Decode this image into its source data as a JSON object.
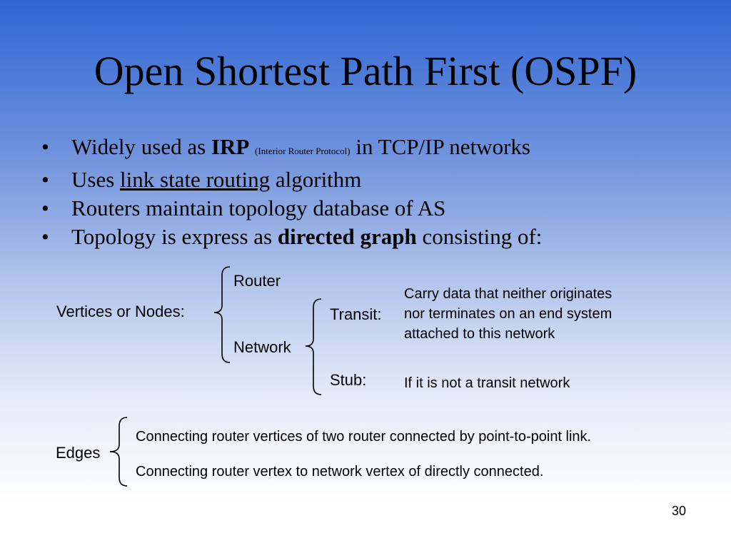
{
  "slide": {
    "title": "Open Shortest Path First (OSPF)",
    "page_number": "30"
  },
  "bullets": {
    "b1": {
      "pre": "Widely used as ",
      "bold": "IRP",
      "small": "(Interior Router Protocol)",
      "post": " in TCP/IP networks"
    },
    "b2": {
      "pre": "Uses ",
      "underlined": "link state routing",
      "post": " algorithm"
    },
    "b3": {
      "text": "Routers maintain topology database of AS"
    },
    "b4": {
      "pre": "Topology is express as ",
      "bold": "directed graph",
      "post": " consisting of:"
    }
  },
  "diagram": {
    "vertices_label": "Vertices or Nodes:",
    "router": "Router",
    "network": "Network",
    "transit": "Transit:",
    "stub": "Stub:",
    "transit_desc": [
      "Carry data that neither originates",
      "nor terminates on an end system",
      "attached to this network"
    ],
    "stub_desc": "If it is not a transit network",
    "edges_label": "Edges",
    "edge_1": "Connecting router vertices of two router connected by point-to-point link.",
    "edge_2": "Connecting router vertex to network vertex of directly connected."
  }
}
